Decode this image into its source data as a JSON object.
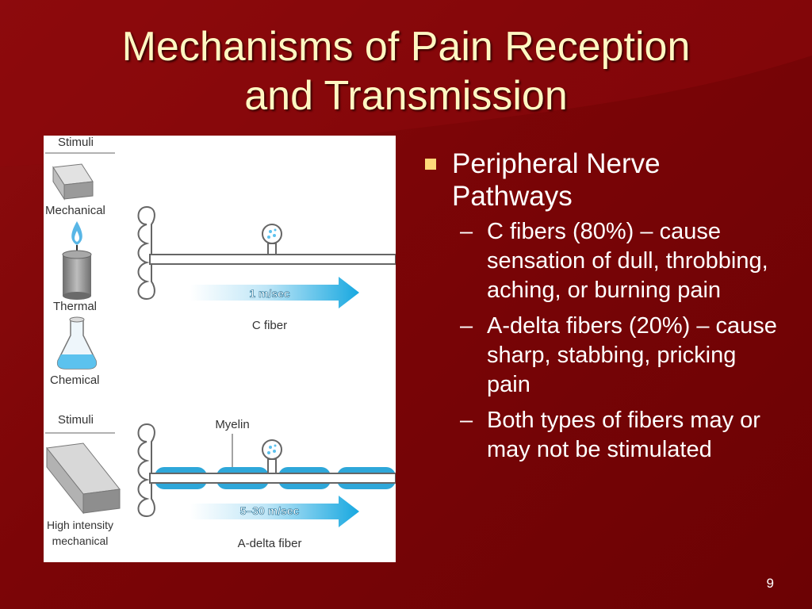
{
  "slide": {
    "title_line1": "Mechanisms of Pain Reception",
    "title_line2": "and Transmission",
    "page_number": "9"
  },
  "figure": {
    "stimuli_label_1": "Stimuli",
    "mechanical_label": "Mechanical",
    "thermal_label": "Thermal",
    "chemical_label": "Chemical",
    "speed_1": "1 m/sec",
    "fiber_1": "C fiber",
    "stimuli_label_2": "Stimuli",
    "myelin_label": "Myelin",
    "high_intensity_line1": "High intensity",
    "high_intensity_line2": "mechanical",
    "speed_2": "5–30 m/sec",
    "fiber_2": "A-delta fiber"
  },
  "bullets": {
    "main": "Peripheral Nerve Pathways",
    "sub": [
      "C fibers (80%) – cause sensation of dull, throbbing, aching, or burning pain",
      "A-delta fibers (20%) – cause sharp, stabbing, pricking pain",
      "Both types of fibers may or may not be stimulated"
    ],
    "dash": "–"
  }
}
